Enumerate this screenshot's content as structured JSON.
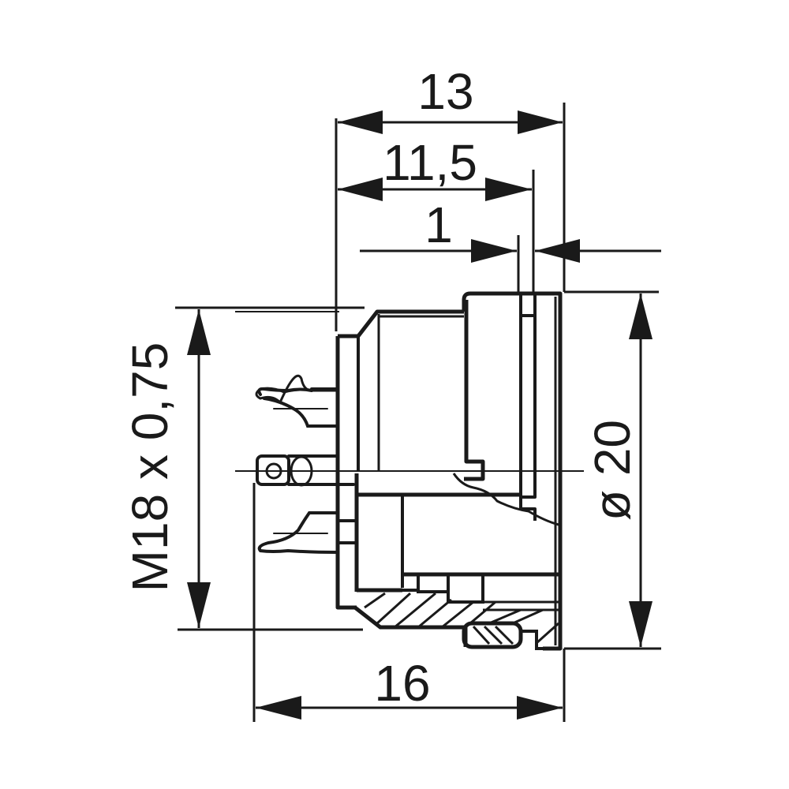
{
  "drawing": {
    "subject": "Panel-mount circular connector socket, side view with partial section",
    "line_color": "#1a1a1a",
    "background": "#ffffff"
  },
  "dimensions": {
    "overall_depth": {
      "label": "13",
      "orientation": "horizontal"
    },
    "body_depth": {
      "label": "11,5",
      "orientation": "horizontal"
    },
    "flange_thickness": {
      "label": "1",
      "orientation": "horizontal"
    },
    "total_length": {
      "label": "16",
      "orientation": "horizontal"
    },
    "thread": {
      "label": "M18 x 0,75",
      "orientation": "vertical"
    },
    "flange_diameter": {
      "label": "ø 20",
      "orientation": "vertical"
    }
  }
}
